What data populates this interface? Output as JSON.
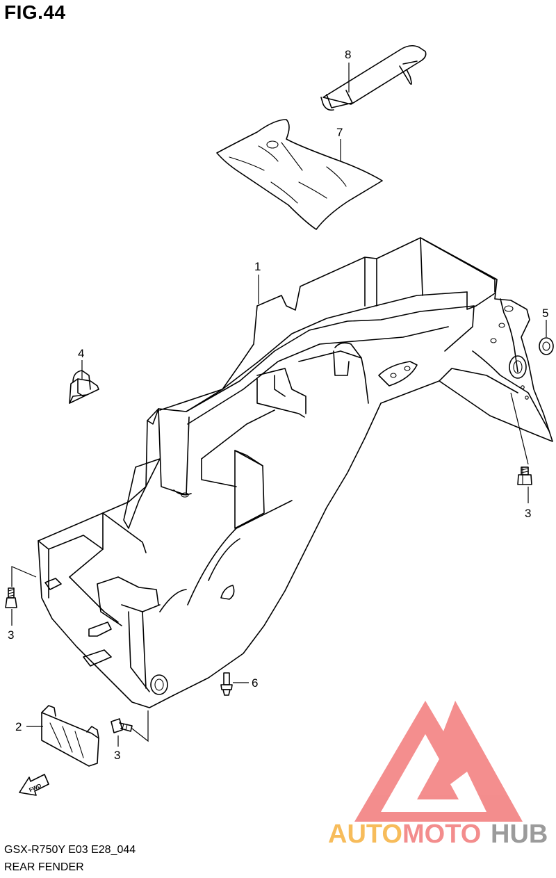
{
  "figure": {
    "title": "FIG.44",
    "model_code": "GSX-R750Y E03 E28_044",
    "section_name": "REAR FENDER",
    "fwd_label": "FWD"
  },
  "callouts": [
    {
      "id": "c1",
      "label": "1"
    },
    {
      "id": "c2",
      "label": "2"
    },
    {
      "id": "c3a",
      "label": "3"
    },
    {
      "id": "c3b",
      "label": "3"
    },
    {
      "id": "c3c",
      "label": "3"
    },
    {
      "id": "c4",
      "label": "4"
    },
    {
      "id": "c5",
      "label": "5"
    },
    {
      "id": "c6",
      "label": "6"
    },
    {
      "id": "c7",
      "label": "7"
    },
    {
      "id": "c8",
      "label": "8"
    }
  ],
  "watermark": {
    "part1": "AUTO",
    "part2": "MOTO",
    "part3": "HUB",
    "color_red": "#f04f4f",
    "color_orange": "#f6b13f",
    "color_pink": "#f27a7a",
    "color_gray": "#8a8a8a"
  }
}
